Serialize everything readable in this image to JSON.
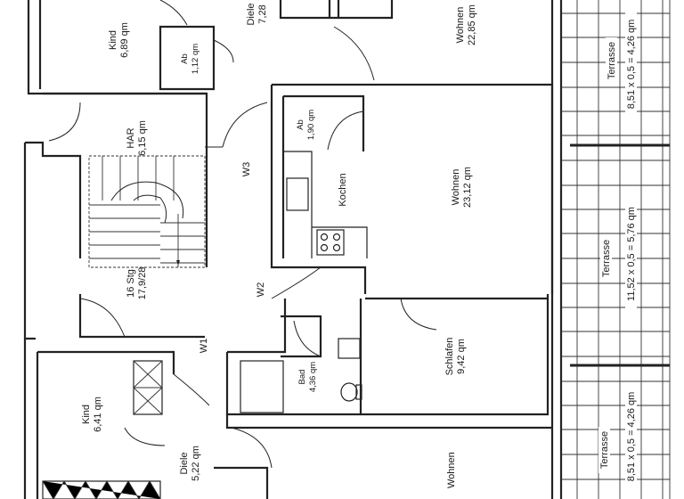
{
  "rooms": {
    "kind_top": {
      "name": "Kind",
      "area": "6,89 qm"
    },
    "ab_top": {
      "name": "Ab",
      "area": "1,12 qm"
    },
    "diele_top": {
      "name": "Diele",
      "area": "7,28"
    },
    "wohnen_top": {
      "name": "Wohnen",
      "area": "22,85 qm"
    },
    "har": {
      "name": "HAR",
      "area": "6,15 qm"
    },
    "ab_mid": {
      "name": "Ab",
      "area": "1,90 qm"
    },
    "kochen": {
      "name": "Kochen"
    },
    "wohnen_mid": {
      "name": "Wohnen",
      "area": "23,12 qm"
    },
    "stair": {
      "name": "16 Stg",
      "ratio": "17,9/28"
    },
    "schlafen": {
      "name": "Schlafen",
      "area": "9,42 qm"
    },
    "bad": {
      "name": "Bad",
      "area": "4,36 qm"
    },
    "kind_bottom": {
      "name": "Kind",
      "area": "6,41 qm"
    },
    "diele_bottom": {
      "name": "Diele",
      "area": "5,22 qm"
    },
    "wohnen_bottom": {
      "name": "Wohnen"
    }
  },
  "wall_labels": {
    "w1": "W1",
    "w2": "W2",
    "w3": "W3"
  },
  "terraces": [
    {
      "name": "Terrasse",
      "calc": "8,51 x 0,5 = 4,26 qm"
    },
    {
      "name": "Terrasse",
      "calc": "11,52 x 0,5 = 5,76 qm"
    },
    {
      "name": "Terrasse",
      "calc": "8,51 x 0,5 = 4,26 qm"
    }
  ],
  "colors": {
    "ink": "#222222",
    "paper": "#ffffff"
  }
}
